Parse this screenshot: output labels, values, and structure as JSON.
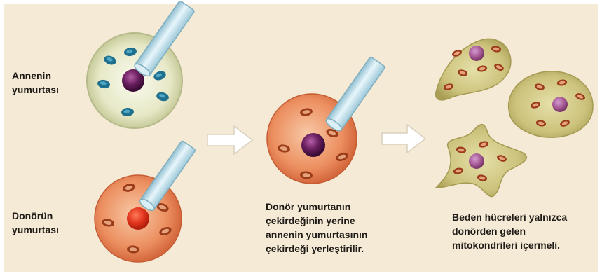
{
  "labels": {
    "mother_egg": [
      "Annenin",
      "yumurtası"
    ],
    "donor_egg": [
      "Donörün",
      "yumurtası"
    ],
    "transfer_step": [
      "Donör yumurtanın",
      "çekirdeğinin yerine",
      "annenin yumurtasının",
      "çekirdeği yerleştirilir."
    ],
    "result": [
      "Beden hücreleri yalnızca",
      "donörden gelen",
      "mitokondrileri içermeli."
    ]
  },
  "colors": {
    "background": "#f4ead6",
    "mother_cytoplasm": "#e3e6c2",
    "donor_cytoplasm": "#e9885a",
    "nucleus_purple": "#5b1b52",
    "nucleus_red": "#d8321c",
    "mitochondria_blue": "#1f6f8f",
    "mitochondria_brown": "#9a3b1a",
    "body_cell": "#c9c07a",
    "arrow": "#ffffff",
    "pipette_glass": "#bfe0ec"
  },
  "icons": [
    "arrow-right-icon",
    "pipette-icon"
  ]
}
